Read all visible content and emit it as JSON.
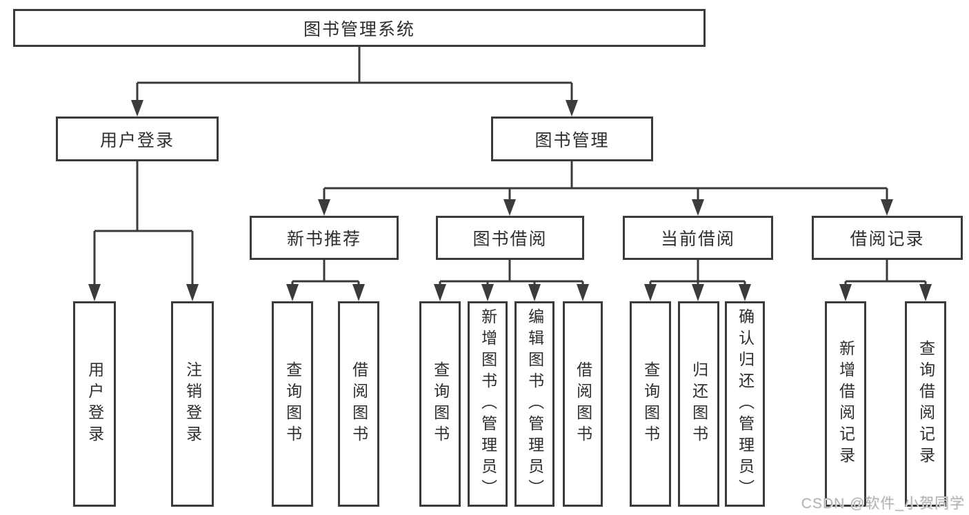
{
  "tree": {
    "label": "图书管理系统",
    "children": [
      {
        "label": "用户登录",
        "children": [
          {
            "label": "用户登录"
          },
          {
            "label": "注销登录"
          }
        ]
      },
      {
        "label": "图书管理",
        "children": [
          {
            "label": "新书推荐",
            "children": [
              {
                "label": "查询图书"
              },
              {
                "label": "借阅图书"
              }
            ]
          },
          {
            "label": "图书借阅",
            "children": [
              {
                "label": "查询图书"
              },
              {
                "label": "新增图书（管理员）"
              },
              {
                "label": "编辑图书（管理员）"
              },
              {
                "label": "借阅图书"
              }
            ]
          },
          {
            "label": "当前借阅",
            "children": [
              {
                "label": "查询图书"
              },
              {
                "label": "归还图书"
              },
              {
                "label": "确认归还（管理员）"
              }
            ]
          },
          {
            "label": "借阅记录",
            "children": [
              {
                "label": "新增借阅记录"
              },
              {
                "label": "查询借阅记录"
              }
            ]
          }
        ]
      }
    ]
  },
  "watermark": {
    "text": "CSDN @软件_小贺同学"
  },
  "colors": {
    "line": "#3b3b3b",
    "box_border": "#3b3b3b",
    "text": "#2e2e2e",
    "watermark": "#b3b3b3",
    "background": "#ffffff"
  }
}
